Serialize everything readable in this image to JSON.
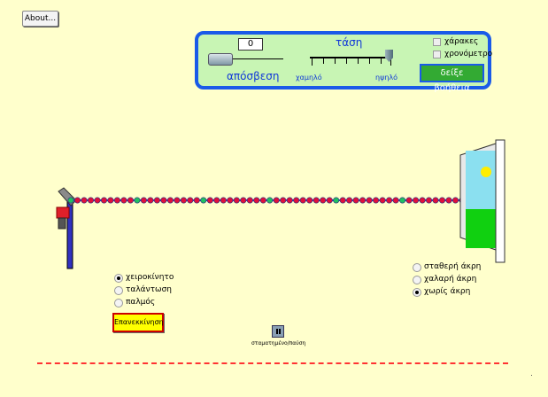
{
  "about": {
    "label": "About..."
  },
  "panel": {
    "damping_value": "0",
    "damping_label": "απόσβεση",
    "tension_label": "τάση",
    "tension_low": "χαμηλό",
    "tension_high": "ηψηλό",
    "rulers_label": "χάρακες",
    "timer_label": "χρονόμετρο",
    "help_label": "δείξε βοήθεια"
  },
  "modes": [
    {
      "label": "χειροκίνητο",
      "selected": true
    },
    {
      "label": "ταλάντωση",
      "selected": false
    },
    {
      "label": "παλμός",
      "selected": false
    }
  ],
  "ends": [
    {
      "label": "σταθερή άκρη",
      "selected": false
    },
    {
      "label": "χαλαρή άκρη",
      "selected": false
    },
    {
      "label": "χωρίς άκρη",
      "selected": true
    }
  ],
  "restart_label": "Επανεκκίνηση",
  "pause_label": "σταματημένο/παύση",
  "string": {
    "bead_count": 60,
    "bead_color": "#e0103a",
    "marker_color": "#20c060"
  },
  "colors": {
    "panel_border": "#1a5ae8",
    "panel_bg": "#c8f5b4",
    "background": "#ffffcc"
  }
}
